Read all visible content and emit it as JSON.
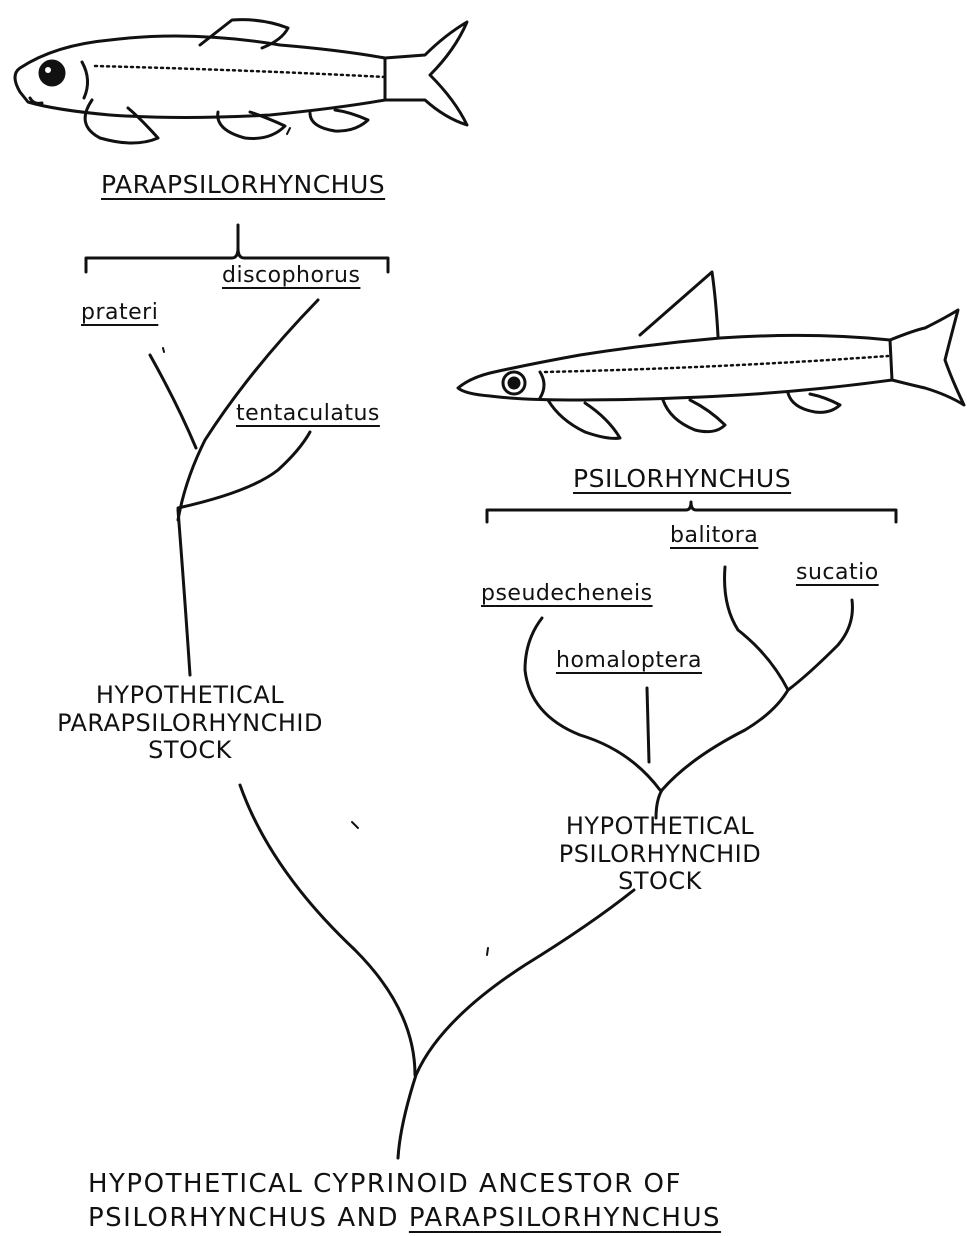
{
  "figure": {
    "line_color": "#111111",
    "background": "#ffffff",
    "genera": {
      "left": "PARAPSILORHYNCHUS",
      "right": "PSILORHYNCHUS"
    },
    "species": {
      "prateri": "prateri",
      "discophorus": "discophorus",
      "tentaculatus": "tentaculatus",
      "balitora": "balitora",
      "sucatio": "sucatio",
      "pseudecheneis": "pseudecheneis",
      "homaloptera": "homaloptera"
    },
    "stocks": {
      "parapsilorhynchid": [
        "HYPOTHETICAL",
        "PARAPSILORHYNCHID",
        "STOCK"
      ],
      "psilorhynchid": [
        "HYPOTHETICAL",
        "PSILORHYNCHID",
        "STOCK"
      ]
    },
    "ancestor": {
      "line1": "HYPOTHETICAL CYPRINOID ANCESTOR OF",
      "line2_plain": "PSILORHYNCHUS AND ",
      "line2_underlined": "PARAPSILORHYNCHUS"
    },
    "icons": {
      "left_fish": "parapsilorhynchus-fish-icon",
      "right_fish": "psilorhynchus-fish-icon"
    }
  }
}
